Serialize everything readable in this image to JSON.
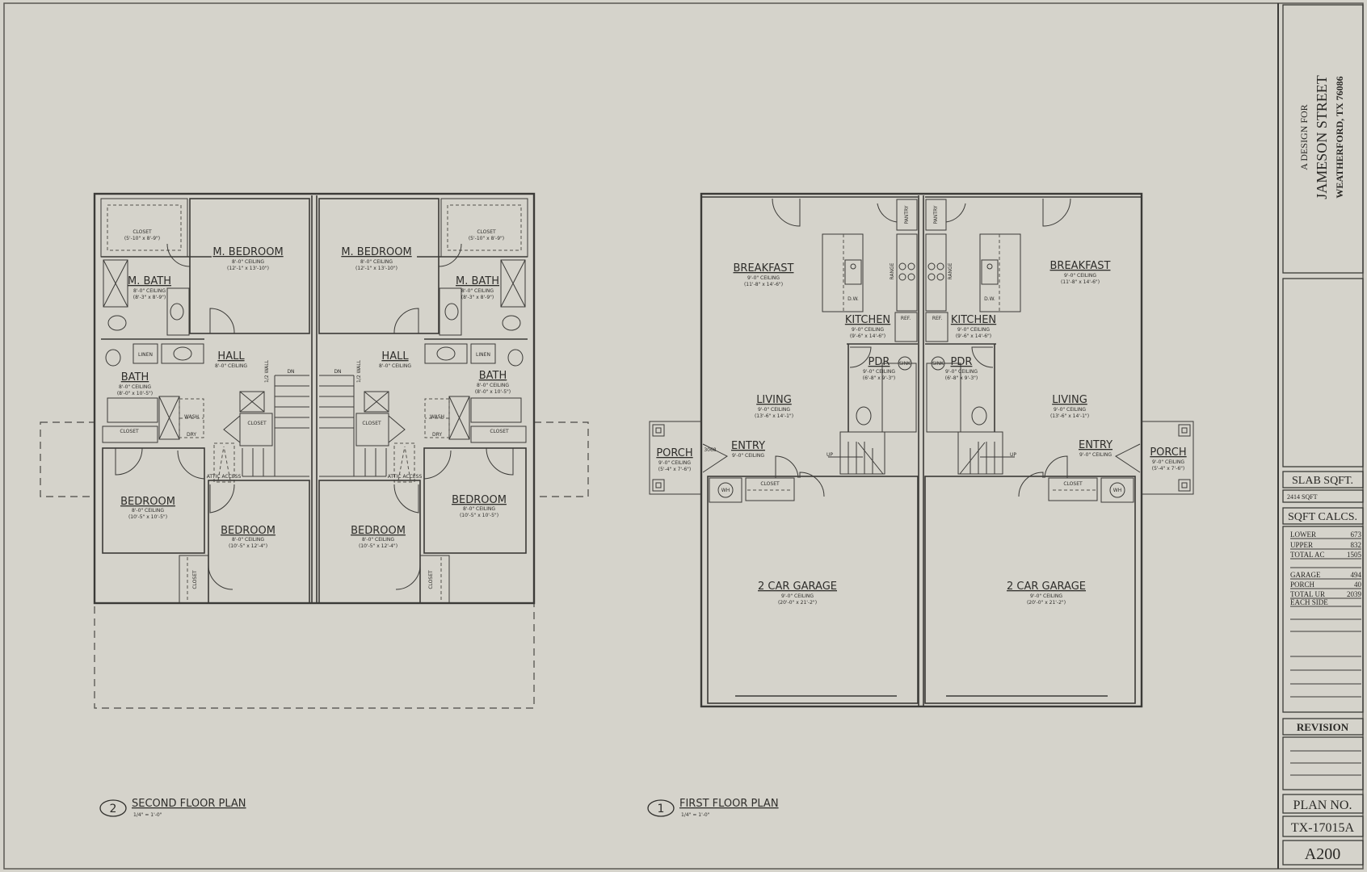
{
  "second_floor": {
    "number": "2",
    "title": "SECOND FLOOR PLAN",
    "scale": "1/4\" = 1'-0\"",
    "rooms": {
      "master_closet": {
        "name": "CLOSET",
        "size": "(5'-10\" x 8'-9\")"
      },
      "m_bedroom": {
        "name": "M. BEDROOM",
        "ceiling": "8'-0\" CEILING",
        "size": "(12'-1\" x 13'-10\")"
      },
      "m_bath": {
        "name": "M. BATH",
        "ceiling": "8'-0\" CEILING",
        "size": "(8'-3\" x 8'-9\")"
      },
      "hall": {
        "name": "HALL",
        "ceiling": "8'-0\" CEILING"
      },
      "bath": {
        "name": "BATH",
        "ceiling": "8'-0\" CEILING",
        "size": "(8'-0\" x 10'-5\")"
      },
      "bedroom_side": {
        "name": "BEDROOM",
        "ceiling": "8'-0\" CEILING",
        "size": "(10'-5\" x 10'-5\")"
      },
      "bedroom_center": {
        "name": "BEDROOM",
        "ceiling": "8'-0\" CEILING",
        "size": "(10'-5\" x 12'-4\")"
      }
    },
    "fixtures": {
      "linen": "LINEN",
      "wash": "WASH",
      "dry": "DRY",
      "closet": "CLOSET",
      "attic": "ATTIC ACCESS",
      "half_wall": "1/2 WALL",
      "down": "DN"
    }
  },
  "first_floor": {
    "number": "1",
    "title": "FIRST FLOOR PLAN",
    "scale": "1/4\" = 1'-0\"",
    "rooms": {
      "breakfast": {
        "name": "BREAKFAST",
        "ceiling": "9'-0\" CEILING",
        "size": "(11'-8\" x 14'-6\")"
      },
      "kitchen": {
        "name": "KITCHEN",
        "ceiling": "9'-0\" CEILING",
        "size": "(9'-6\" x 14'-6\")"
      },
      "pdr": {
        "name": "PDR",
        "ceiling": "9'-0\" CEILING",
        "size": "(6'-8\" x 9'-3\")"
      },
      "living": {
        "name": "LIVING",
        "ceiling": "9'-0\" CEILING",
        "size": "(13'-6\" x 14'-1\")"
      },
      "entry": {
        "name": "ENTRY",
        "ceiling": "9'-0\" CEILING"
      },
      "porch": {
        "name": "PORCH",
        "ceiling": "9'-0\" CEILING",
        "size": "(5'-4\" x 7'-6\")"
      },
      "garage": {
        "name": "2 CAR GARAGE",
        "ceiling": "9'-0\" CEILING",
        "size": "(20'-0\" x 21'-2\")"
      }
    },
    "fixtures": {
      "pantry": "PANTRY",
      "range": "RANGE",
      "ref": "REF.",
      "dw": "D.W.",
      "sink": "SINK",
      "wh": "WH",
      "closet": "CLOSET",
      "up": "UP",
      "door": "3068"
    }
  },
  "title_block": {
    "design_for": "A DESIGN FOR",
    "street": "JAMESON STREET",
    "city": "WEATHERFORD, TX 76086",
    "slab_header": "SLAB SQFT.",
    "slab_value": "2414 SQFT",
    "calcs_header": "SQFT CALCS.",
    "calcs": [
      {
        "label": "LOWER",
        "value": "673"
      },
      {
        "label": "UPPER",
        "value": "832"
      },
      {
        "label": "TOTAL AC",
        "value": "1505"
      },
      {
        "label": "GARAGE",
        "value": "494"
      },
      {
        "label": "PORCH",
        "value": "40"
      },
      {
        "label": "TOTAL UR",
        "value": "2039"
      }
    ],
    "each_side": "EACH SIDE",
    "revision_header": "REVISION",
    "plan_no_header": "PLAN NO.",
    "plan_no": "TX-17015A",
    "sheet": "A200"
  }
}
